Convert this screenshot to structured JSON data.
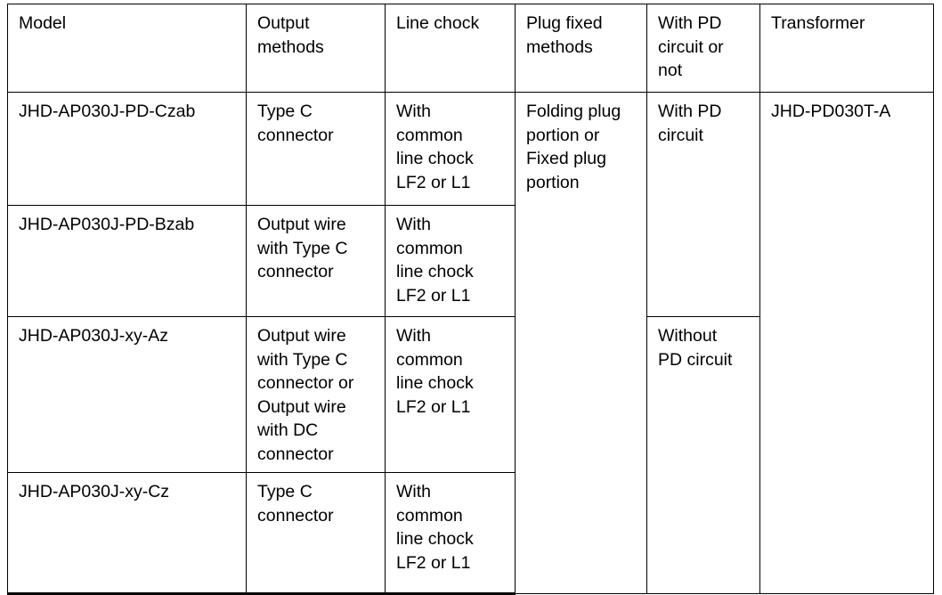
{
  "document": {
    "type": "specification-table",
    "background_color": "#ffffff",
    "text_color": "#000000",
    "border_color": "#000000"
  },
  "table": {
    "columns": [
      {
        "key": "model",
        "header": "Model"
      },
      {
        "key": "output",
        "header": "Output\nmethods"
      },
      {
        "key": "chock",
        "header": "Line chock"
      },
      {
        "key": "plug",
        "header": "Plug fixed\nmethods"
      },
      {
        "key": "pd",
        "header": "With PD\ncircuit or\nnot"
      },
      {
        "key": "transformer",
        "header": "Transformer"
      }
    ],
    "rows": [
      {
        "model": "JHD-AP030J-PD-Czab",
        "output": "Type C\nconnector",
        "chock": "With\ncommon\nline chock\nLF2 or L1",
        "plug": "Folding plug\nportion or\nFixed plug\nportion",
        "pd": "With PD\ncircuit",
        "transformer": "JHD-PD030T-A"
      },
      {
        "model": "JHD-AP030J-PD-Bzab",
        "output": "Output wire\nwith Type C\nconnector",
        "chock": "With\ncommon\nline chock\nLF2 or L1"
      },
      {
        "model": "JHD-AP030J-xy-Az",
        "output": "Output wire\nwith Type C\nconnector or\nOutput wire\nwith DC\nconnector",
        "chock": "With\ncommon\nline chock\nLF2 or L1",
        "pd": "Without\nPD circuit"
      },
      {
        "model": "JHD-AP030J-xy-Cz",
        "output": "Type C\nconnector",
        "chock": "With\ncommon\nline chock\nLF2 or L1"
      }
    ]
  }
}
